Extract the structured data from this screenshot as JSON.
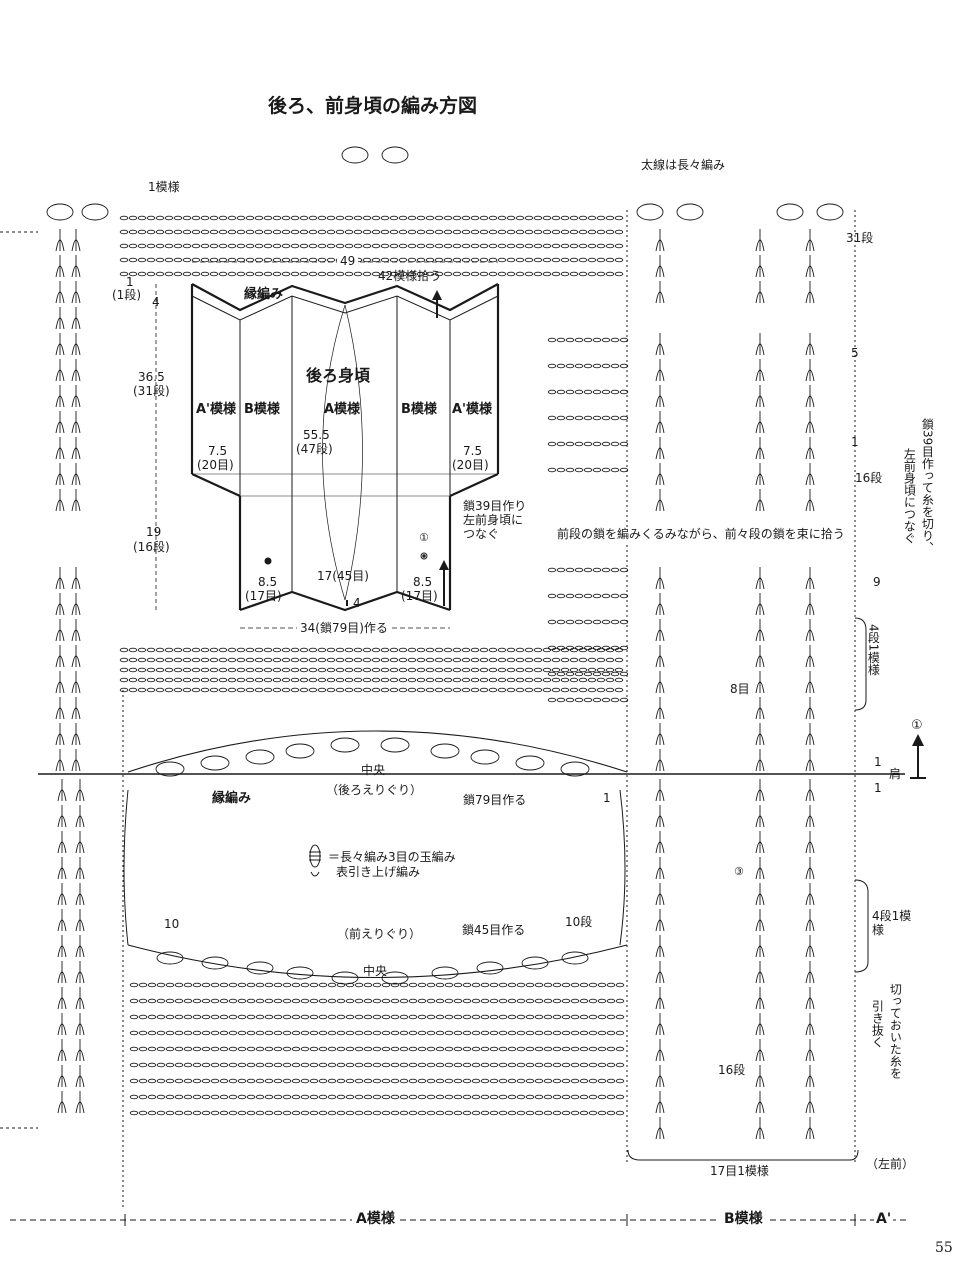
{
  "title": "後ろ、前身頃の編み方図",
  "page_number": "55",
  "chart": {
    "pattern_repeat": "1模様",
    "thick_line_note": "太線は長々編み",
    "row_31": "31段",
    "row_5": "5",
    "row_1a": "1",
    "row_16": "16段",
    "row_9": "9",
    "repeat_4rows": "4段1模様",
    "stitch_8": "8目",
    "row_1b": "1",
    "row_1c": "1",
    "row_1d": "1",
    "shoulder": "肩",
    "mark_1": "①",
    "mark_3": "③",
    "instruction": "前段の鎖を編みくるみながら、前々段の鎖を束に拾う",
    "side_note_a": "鎖39目作って糸を切り、",
    "side_note_b": "左前身頃につなぐ",
    "edge_label": "縁編み",
    "center_back": "中央",
    "back_neck": "（後ろえりぐり）",
    "chain_79": "鎖79目作る",
    "legend_line1": "＝長々編み3目の玉編み",
    "legend_line2": "表引き上げ編み",
    "row_10": "10",
    "front_neck": "（前えりぐり）",
    "chain_45": "鎖45目作る",
    "row_10b": "10段",
    "center_front": "中央",
    "repeat_4rows_b": "4段1模様",
    "pull_note_a": "切っておいた糸を",
    "pull_note_b": "引き抜く",
    "row_16b": "16段",
    "stitch_repeat": "17目1模様",
    "left_front": "（左前）",
    "bottom_a": "A模様",
    "bottom_b": "B模様",
    "bottom_ap": "A'"
  },
  "schematic": {
    "width_top": "49",
    "pick_up": "42模様拾う",
    "edge": "縁編み",
    "body_name": "後ろ身頃",
    "ap_left": "A'模様",
    "b_left": "B模様",
    "a_center": "A模様",
    "b_right": "B模様",
    "ap_right": "A'模様",
    "dim_1": "1",
    "dim_1_rows": "(1段)",
    "dim_4": "4",
    "dim_365": "36.5",
    "dim_31": "(31段)",
    "dim_19": "19",
    "dim_16": "(16段)",
    "dim_75_l": "7.5",
    "dim_20_l": "(20目)",
    "dim_555": "55.5",
    "dim_47": "(47段)",
    "dim_75_r": "7.5",
    "dim_20_r": "(20目)",
    "note_chain39_a": "鎖39目作り",
    "note_chain39_b": "左前身頃に",
    "note_chain39_c": "つなぐ",
    "mark_1": "①",
    "dim_85_l": "8.5",
    "dim_17_l": "(17目)",
    "dim_17_45": "17(45目)",
    "dim_85_r": "8.5",
    "dim_17_r": "(17目)",
    "dim_4b": "4",
    "base": "34(鎖79目)作る"
  },
  "colors": {
    "ink": "#1a1a1a",
    "paper": "#ffffff"
  }
}
